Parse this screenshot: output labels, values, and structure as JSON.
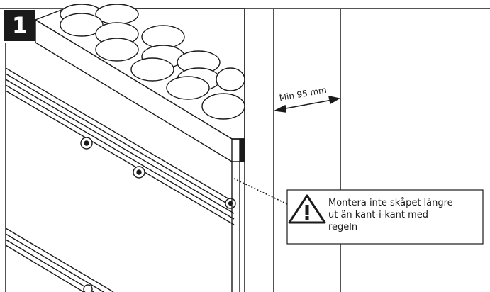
{
  "step": {
    "number": "1"
  },
  "dimension": {
    "label": "Min 95 mm"
  },
  "warning": {
    "icon": "warning-triangle-icon",
    "lines": [
      "Montera inte  skåpet längre",
      "ut än kant-i-kant med",
      "regeln"
    ]
  }
}
